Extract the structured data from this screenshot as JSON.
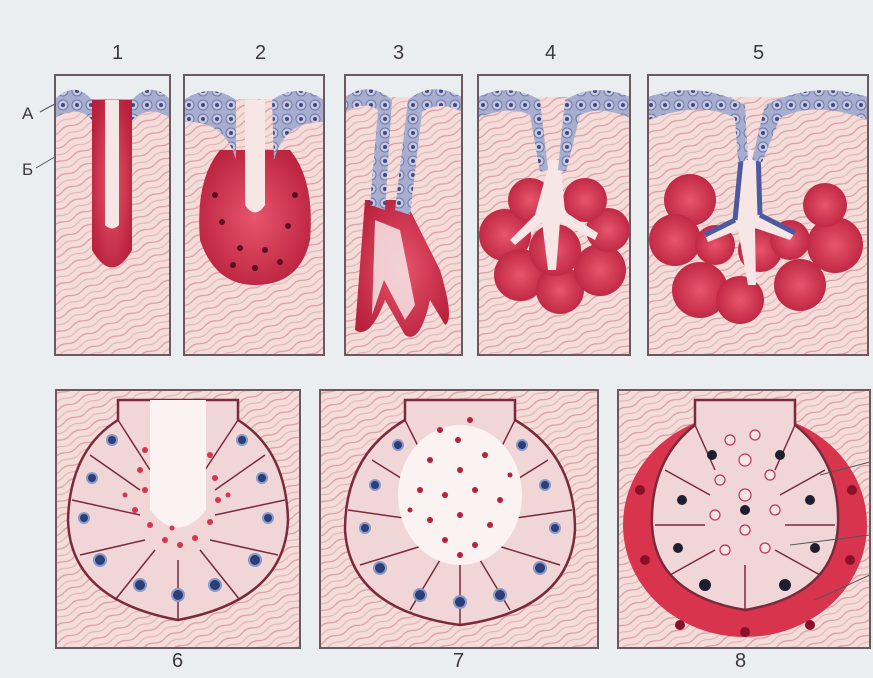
{
  "figure": {
    "panel_numbers": [
      "1",
      "2",
      "3",
      "4",
      "5",
      "6",
      "7",
      "8"
    ],
    "side_labels": {
      "a": "А",
      "b": "Б"
    }
  },
  "colors": {
    "background": "#eaeef0",
    "tissue": "#f4dcd8",
    "fibers": "#d99aa0",
    "gland": "#d8344e",
    "gland_dark": "#a81a34",
    "epithelium": "#7d87b8",
    "nucleus": "#2c3e78",
    "cell_light": "#f1d6d8",
    "border": "#6a5a60"
  }
}
